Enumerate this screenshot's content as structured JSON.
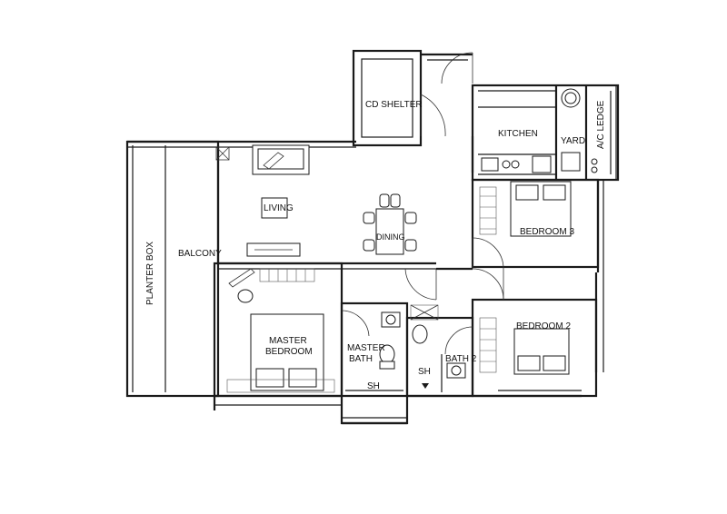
{
  "rooms": {
    "cd_shelter": "CD SHELTER",
    "kitchen": "KITCHEN",
    "yard": "YARD",
    "ac_ledge": "A/C LEDGE",
    "living": "LIVING",
    "dining": "DINING",
    "balcony": "BALCONY",
    "planter_box": "PLANTER BOX",
    "bedroom_3": "BEDROOM 3",
    "bedroom_2": "BEDROOM 2",
    "master_bedroom_line1": "MASTER",
    "master_bedroom_line2": "BEDROOM",
    "master_bath_line1": "MASTER",
    "master_bath_line2": "BATH",
    "bath_2": "BATH 2",
    "sh_master": "SH",
    "sh_bath2": "SH"
  }
}
